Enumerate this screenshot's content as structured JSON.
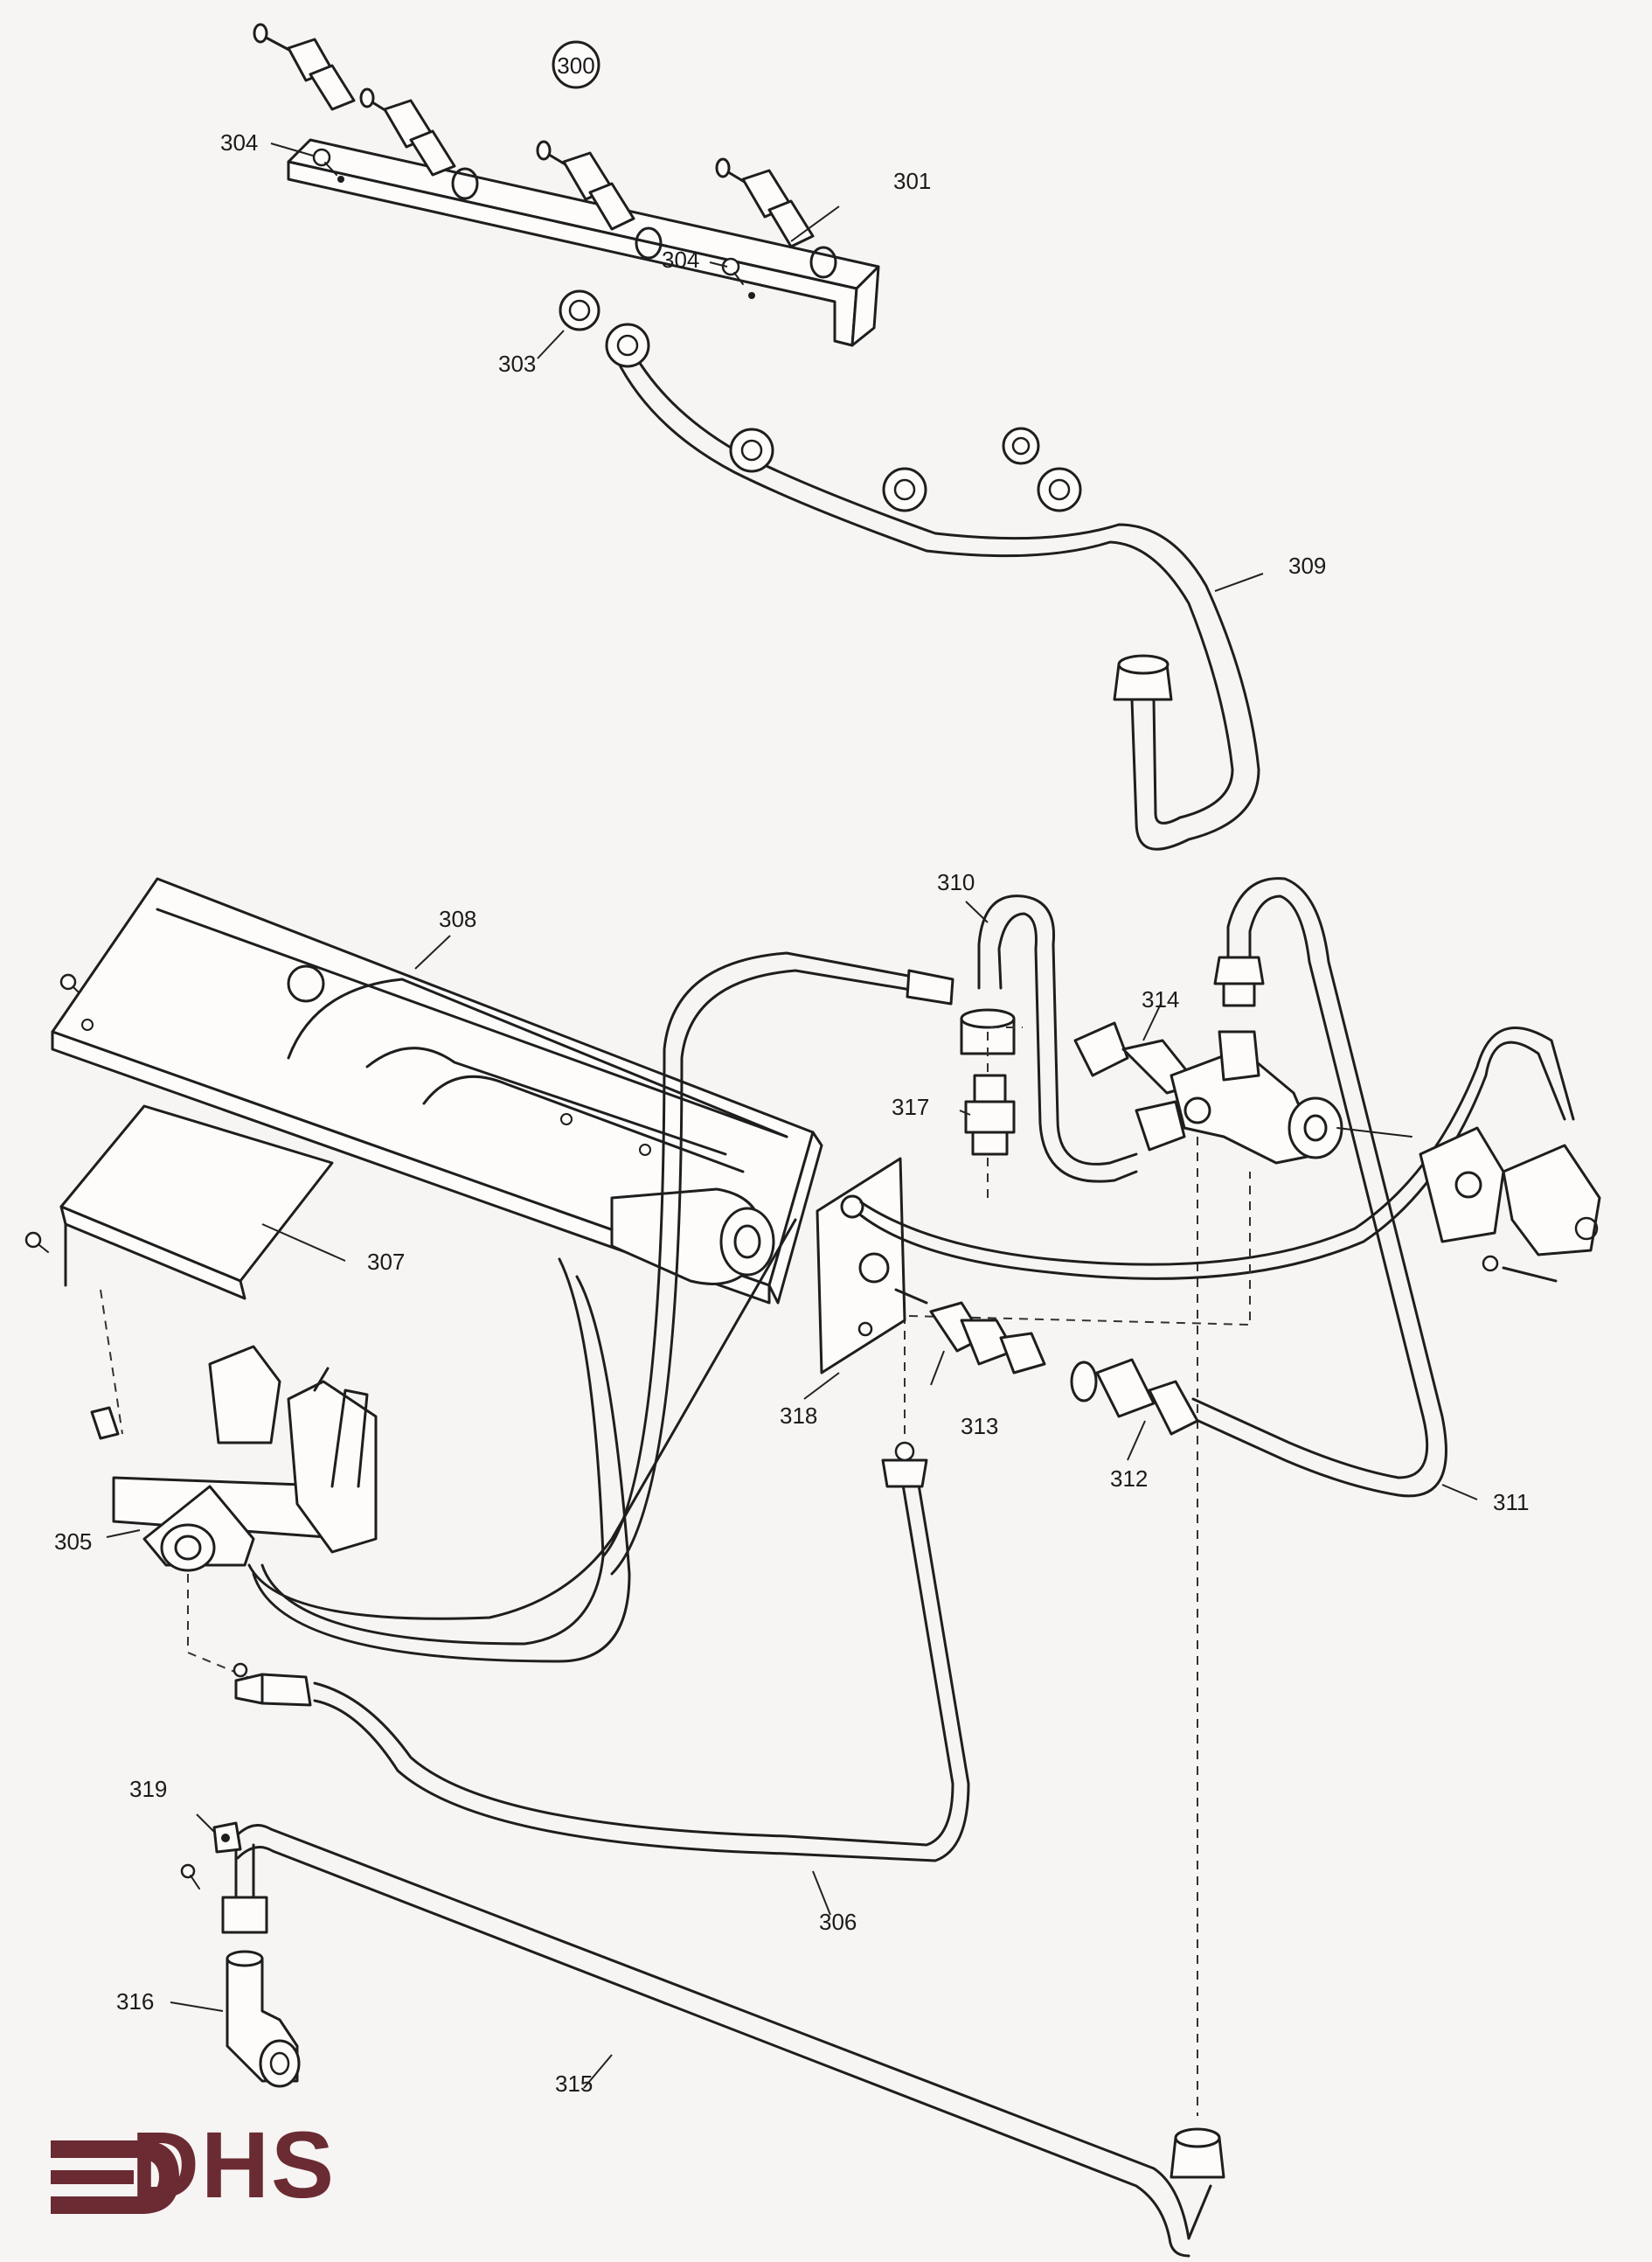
{
  "figure": {
    "assembly_label": "300",
    "callouts": [
      {
        "id": "c301",
        "label": "301"
      },
      {
        "id": "c303",
        "label": "303"
      },
      {
        "id": "c304a",
        "label": "304"
      },
      {
        "id": "c304b",
        "label": "304"
      },
      {
        "id": "c305",
        "label": "305"
      },
      {
        "id": "c306",
        "label": "306"
      },
      {
        "id": "c307",
        "label": "307"
      },
      {
        "id": "c308",
        "label": "308"
      },
      {
        "id": "c309",
        "label": "309"
      },
      {
        "id": "c310",
        "label": "310"
      },
      {
        "id": "c311",
        "label": "311"
      },
      {
        "id": "c312",
        "label": "312"
      },
      {
        "id": "c313",
        "label": "313"
      },
      {
        "id": "c314",
        "label": "314"
      },
      {
        "id": "c315",
        "label": "315"
      },
      {
        "id": "c316",
        "label": "316"
      },
      {
        "id": "c317",
        "label": "317"
      },
      {
        "id": "c318",
        "label": "318"
      },
      {
        "id": "c319",
        "label": "319"
      }
    ]
  },
  "logo": {
    "text": "DHS",
    "color": "#6b2b33"
  }
}
